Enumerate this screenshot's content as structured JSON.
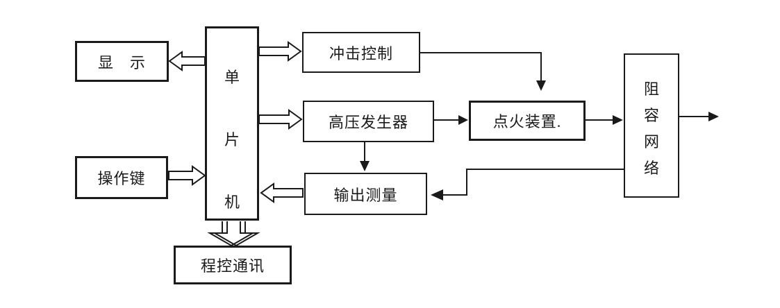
{
  "diagram": {
    "background": "#ffffff",
    "line_color": "#1a1a1a",
    "nodes": {
      "display": {
        "label": "显　示",
        "orientation": "horizontal"
      },
      "operation_keys": {
        "label": "操作键",
        "orientation": "horizontal"
      },
      "mcu": {
        "label": "单片机",
        "orientation": "vertical"
      },
      "impact_control": {
        "label": "冲击控制",
        "orientation": "horizontal"
      },
      "hv_generator": {
        "label": "高压发生器",
        "orientation": "horizontal"
      },
      "ignition_device": {
        "label": "点火装置.",
        "orientation": "horizontal"
      },
      "rc_network": {
        "label": "阻容网络",
        "orientation": "vertical"
      },
      "output_measure": {
        "label": "输出测量",
        "orientation": "horizontal"
      },
      "program_comm": {
        "label": "程控通讯",
        "orientation": "horizontal"
      }
    },
    "edges": [
      {
        "from": "mcu",
        "to": "display",
        "style": "hollow-block",
        "direction": "left"
      },
      {
        "from": "operation_keys",
        "to": "mcu",
        "style": "hollow-block",
        "direction": "right"
      },
      {
        "from": "mcu",
        "to": "impact_control",
        "style": "hollow-block",
        "direction": "right"
      },
      {
        "from": "mcu",
        "to": "hv_generator",
        "style": "hollow-block",
        "direction": "right"
      },
      {
        "from": "output_measure",
        "to": "mcu",
        "style": "hollow-block",
        "direction": "left"
      },
      {
        "from": "mcu",
        "to": "program_comm",
        "style": "hollow-block-double",
        "direction": "down"
      },
      {
        "from": "impact_control",
        "to": "ignition_device",
        "style": "solid",
        "direction": "right-then-down"
      },
      {
        "from": "hv_generator",
        "to": "ignition_device",
        "style": "solid",
        "direction": "right"
      },
      {
        "from": "hv_generator",
        "to": "output_measure",
        "style": "solid",
        "direction": "down"
      },
      {
        "from": "ignition_device",
        "to": "rc_network",
        "style": "solid",
        "direction": "right"
      },
      {
        "from": "rc_network",
        "to": "output_measure",
        "style": "solid",
        "direction": "left-down-left"
      },
      {
        "from": "rc_network",
        "to": "external-output",
        "style": "solid",
        "direction": "right"
      }
    ]
  }
}
